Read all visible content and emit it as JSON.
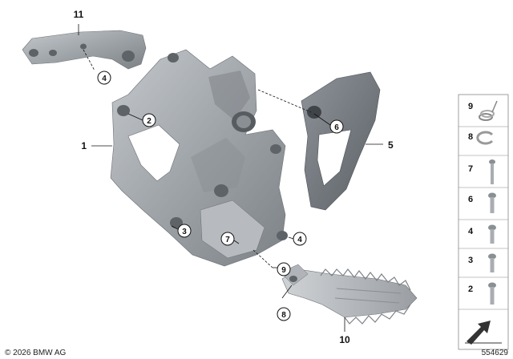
{
  "callouts": {
    "c1": "1",
    "c2": "2",
    "c3": "3",
    "c4a": "4",
    "c4b": "4",
    "c5": "5",
    "c6": "6",
    "c7": "7",
    "c8": "8",
    "c9": "9",
    "c10": "10",
    "c11": "11"
  },
  "parts_legend": [
    {
      "number": "9",
      "icon": "spring-icon"
    },
    {
      "number": "8",
      "icon": "circlip-icon"
    },
    {
      "number": "7",
      "icon": "long-bolt-icon"
    },
    {
      "number": "6",
      "icon": "bolt-icon"
    },
    {
      "number": "4",
      "icon": "bolt-icon"
    },
    {
      "number": "3",
      "icon": "bolt-icon"
    },
    {
      "number": "2",
      "icon": "bolt-icon"
    }
  ],
  "copyright": "© 2026 BMW AG",
  "diagram_number": "554629"
}
